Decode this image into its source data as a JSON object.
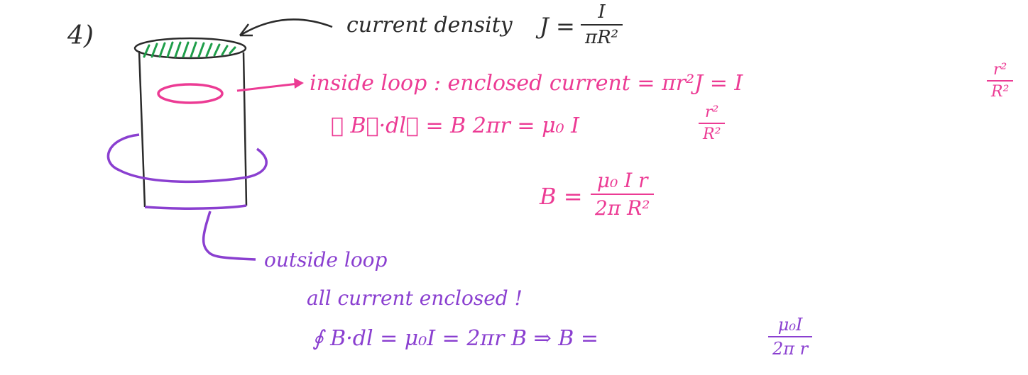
{
  "problem_number": "4)",
  "colors": {
    "black": "#2b2b2b",
    "pink": "#ec3b94",
    "purple": "#8a3fd0",
    "green": "#1f9e4a"
  },
  "current_density": {
    "label": "current density",
    "lhs": "J =",
    "num": "I",
    "den": "πR²"
  },
  "inside": {
    "line1": "inside loop : enclosed current = πr²J = I",
    "line1_frac_num": "r²",
    "line1_frac_den": "R²",
    "line2": "∮ B⃗·dl⃗ = B 2πr = μ₀ I",
    "line2_frac_num": "r²",
    "line2_frac_den": "R²",
    "result_lhs": "B =",
    "result_num": "μ₀ I r",
    "result_den": "2π R²"
  },
  "outside": {
    "line1": "outside loop",
    "line2": "all current enclosed !",
    "line3": "∮ B·dl = μ₀I = 2πr B  ⇒  B =",
    "result_num": "μ₀I",
    "result_den": "2π r"
  }
}
